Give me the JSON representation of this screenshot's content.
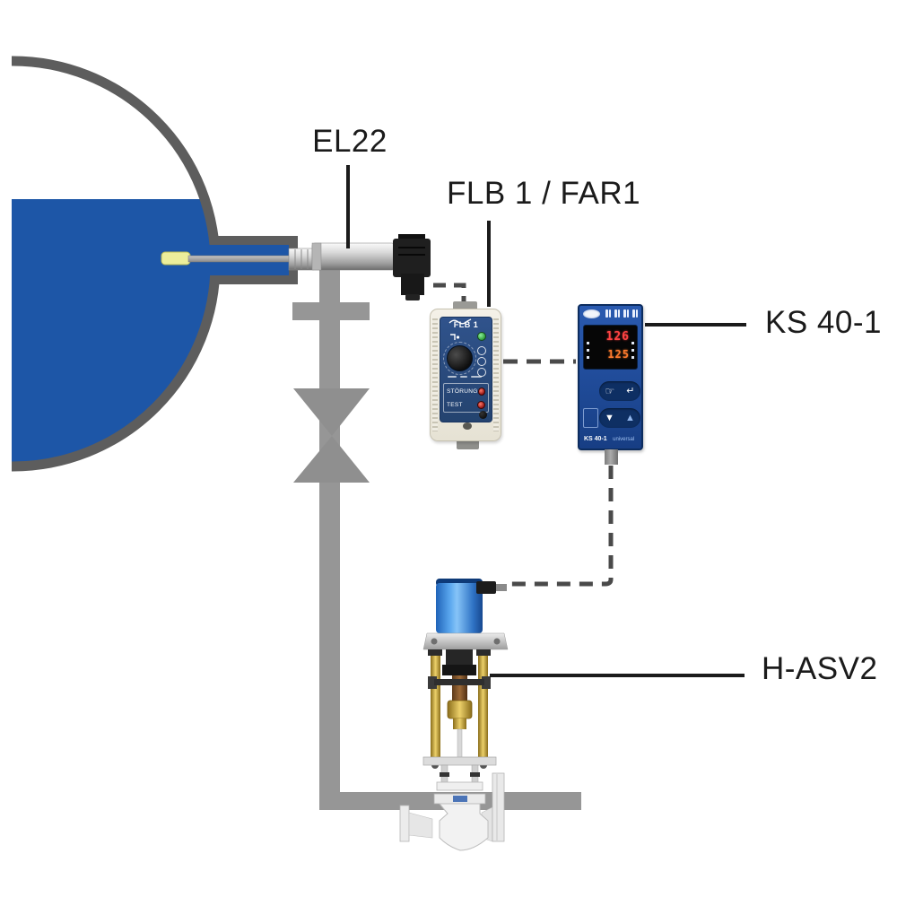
{
  "diagram": {
    "type": "level-control-process-diagram",
    "labels": {
      "probe": "EL22",
      "transmitter": "FLB 1 / FAR1",
      "controller": "KS 40-1",
      "control_valve": "H-ASV2"
    },
    "flb_device": {
      "title": "FLB 1",
      "fault_label": "STÖRUNG",
      "test_label": "TEST"
    },
    "ks_device": {
      "display": {
        "top_value": "126",
        "bottom_value": "125"
      },
      "model_label": "KS 40-1",
      "model_suffix": "universal",
      "keys": [
        {
          "name": "hand-key-icon",
          "glyph": "☞"
        },
        {
          "name": "enter-key-icon",
          "glyph": "↵"
        },
        {
          "name": "down-arrow-icon",
          "glyph": "▼"
        },
        {
          "name": "up-arrow-icon",
          "glyph": "▲"
        }
      ]
    },
    "colors": {
      "tank_liquid": "#1d56a7",
      "tank_outline": "#5d5d5d",
      "pipe": "#969696",
      "valve_symbol": "#8f8f8f",
      "signal_dash": "#4a4a4a",
      "label_text": "#1b1b1b",
      "flb_body": "#efece2",
      "flb_panel": "#2a4b80",
      "led_green": "#3cb54a",
      "led_red": "#cc2a2a",
      "ks_body": "#1e4d9e",
      "display_top_digits": "#ff4343",
      "display_bottom_digits": "#ff7a2e",
      "motor_blue": "#3f8fe0",
      "brass": "#c9a227",
      "probe_tip": "#ecee9b"
    }
  }
}
